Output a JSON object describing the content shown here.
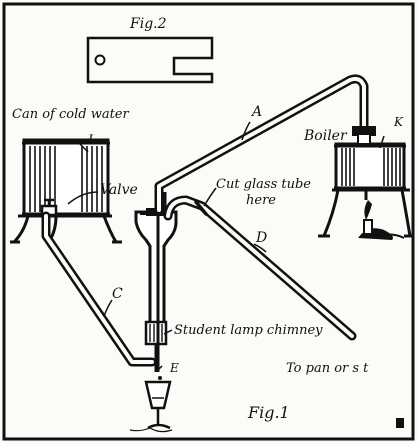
{
  "figure": {
    "fig2_caption": "Fig.2",
    "fig1_caption": "Fig.1",
    "labels": {
      "can_of_cold_water": "Can of cold water",
      "L": "L",
      "valve": "Valve",
      "A": "A",
      "boiler": "Boiler",
      "K": "K",
      "cut_glass_tube_line1": "Cut glass tube",
      "cut_glass_tube_line2": "here",
      "D": "D",
      "C": "C",
      "student_lamp_chimney": "Student lamp chimney",
      "E": "E",
      "to_pan": "To pan or s  t"
    },
    "colors": {
      "ink": "#111111",
      "paper": "#fbfbf8"
    }
  }
}
